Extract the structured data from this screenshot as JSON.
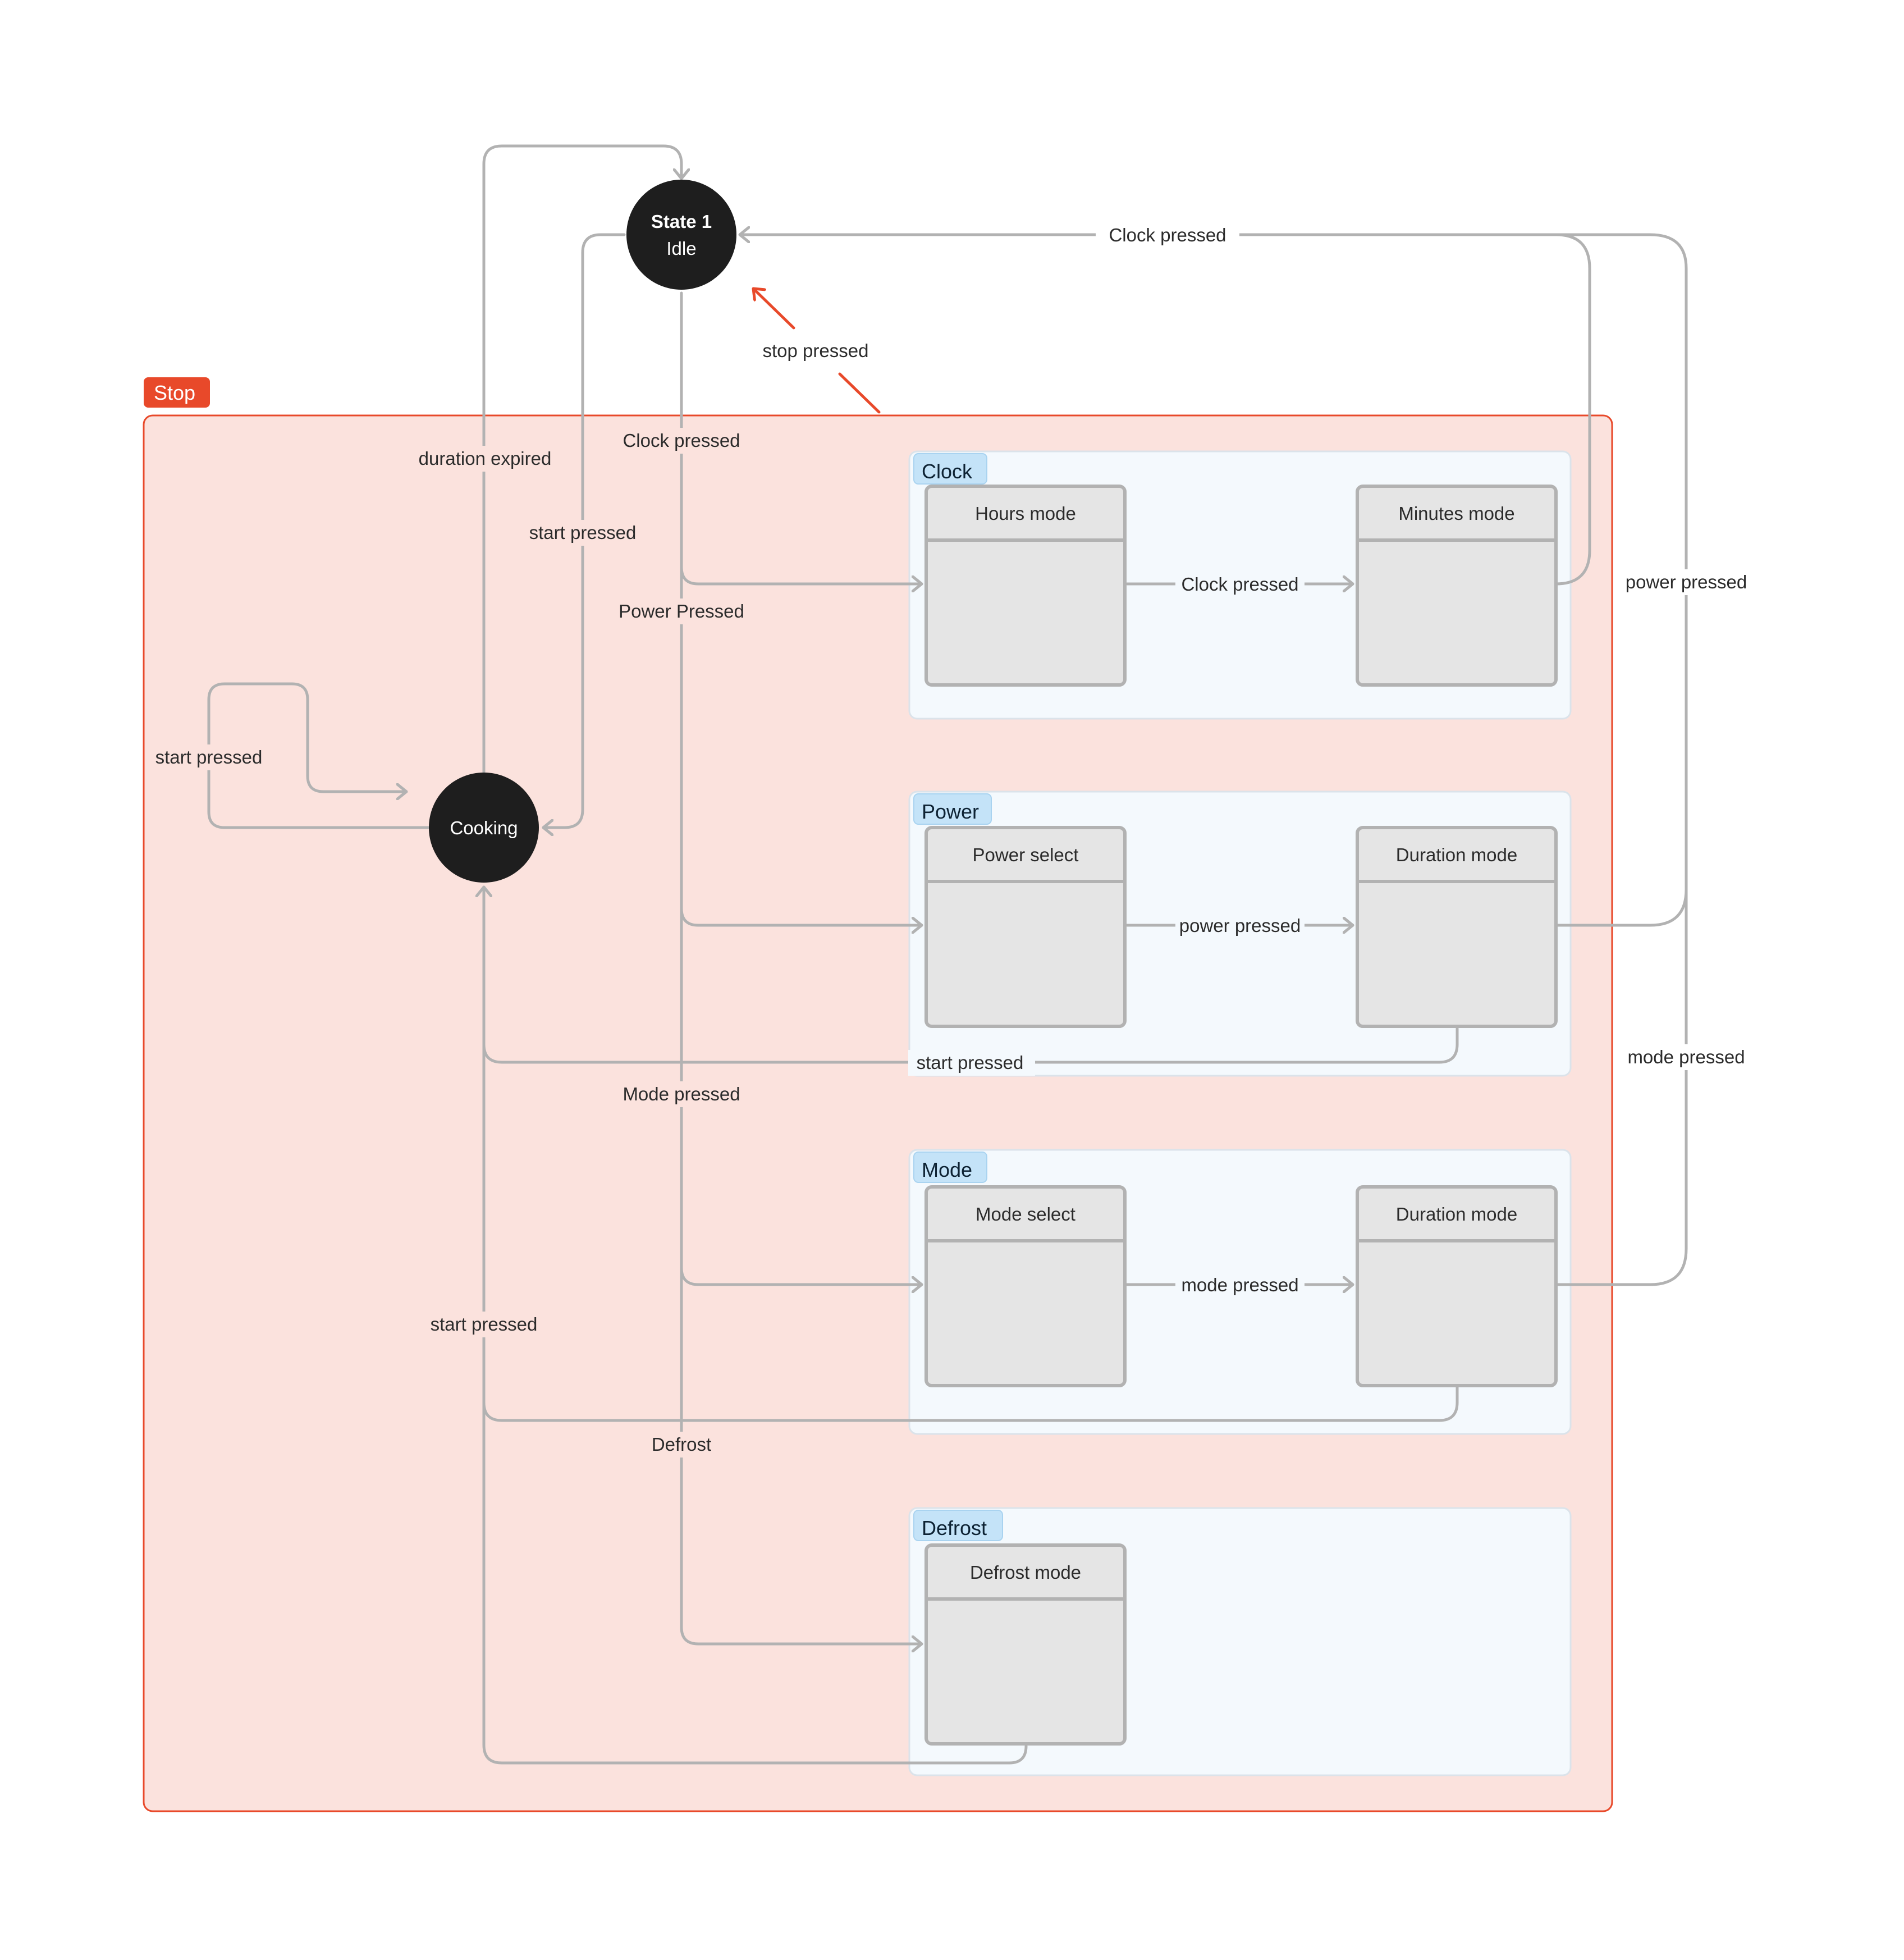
{
  "colors": {
    "stop_fill": "#fbe2dd",
    "stop_stroke": "#e8492a",
    "group_fill": "#f4f9fd",
    "group_tag": "#c4e3f8",
    "state_fill": "#e5e5e5",
    "state_stroke": "#b2b2b2",
    "node_fill": "#1e1e1e",
    "edge": "#b2b2b2",
    "accent_red": "#e8492a"
  },
  "nodes": {
    "idle": {
      "line1": "State 1",
      "line2": "Idle"
    },
    "cooking": {
      "label": "Cooking"
    }
  },
  "stop_group": {
    "title": "Stop"
  },
  "groups": {
    "clock": {
      "title": "Clock",
      "state_a": "Hours mode",
      "state_b": "Minutes mode",
      "inner_edge": "Clock pressed"
    },
    "power": {
      "title": "Power",
      "state_a": "Power select",
      "state_b": "Duration mode",
      "inner_edge": "power pressed"
    },
    "mode": {
      "title": "Mode",
      "state_a": "Mode select",
      "state_b": "Duration mode",
      "inner_edge": "mode pressed"
    },
    "defrost": {
      "title": "Defrost",
      "state_a": "Defrost mode"
    }
  },
  "edges": {
    "clock_back_to_idle": "Clock pressed",
    "stop_pressed": "stop pressed",
    "duration_expired": "duration expired",
    "idle_clock": "Clock pressed",
    "idle_start": "start pressed",
    "idle_power": "Power Pressed",
    "cooking_self": "start pressed",
    "power_back": "power pressed",
    "power_start": "start pressed",
    "mode_back": "mode pressed",
    "idle_mode": "Mode pressed",
    "mode_start": "start pressed",
    "idle_defrost": "Defrost"
  }
}
